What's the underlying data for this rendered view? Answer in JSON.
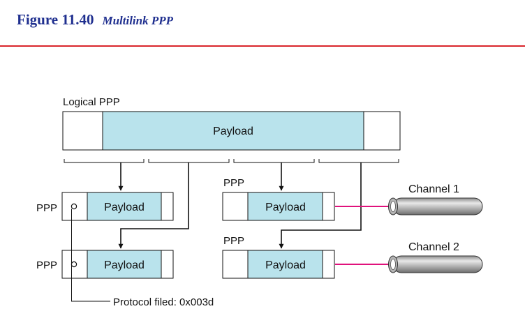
{
  "figure": {
    "number": "Figure 11.40",
    "title": "Multilink PPP"
  },
  "diagram": {
    "logical_label": "Logical PPP",
    "logical_payload": "Payload",
    "frames": {
      "left_top": {
        "side_label": "PPP",
        "payload": "Payload"
      },
      "left_bottom": {
        "side_label": "PPP",
        "payload": "Payload"
      },
      "right_top": {
        "top_label": "PPP",
        "payload": "Payload"
      },
      "right_bottom": {
        "top_label": "PPP",
        "payload": "Payload"
      }
    },
    "channels": [
      "Channel 1",
      "Channel 2"
    ],
    "protocol_note": "Protocol filed: 0x003d"
  },
  "colors": {
    "title_blue": "#1f2f8f",
    "rule_red": "#d9252b",
    "payload_fill": "#b9e3ec",
    "channel_arrow": "#e0127c"
  }
}
